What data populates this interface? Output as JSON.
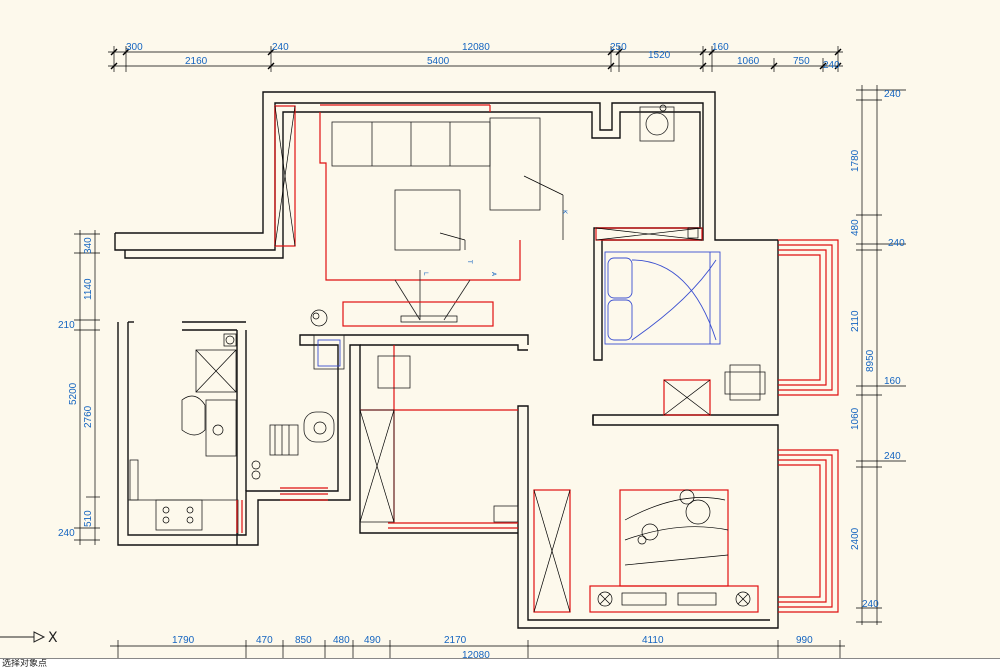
{
  "drawing": {
    "top_dims_upper": [
      "300",
      "240",
      "12080",
      "250",
      "160"
    ],
    "top_dims_lower": [
      "2160",
      "5400",
      "1520",
      "1060",
      "750",
      "240"
    ],
    "bottom_dims": [
      "1790",
      "470",
      "850",
      "480",
      "490",
      "2170",
      "4110",
      "990"
    ],
    "bottom_total": "12080",
    "right_dims": [
      "240",
      "1780",
      "480",
      "240",
      "2110",
      "8950",
      "160",
      "1060",
      "240",
      "2400",
      "240"
    ],
    "left_dims": [
      "340",
      "1140",
      "210",
      "5200",
      "2760",
      "510",
      "240"
    ],
    "axis_label": "X"
  },
  "command_line": {
    "prompt": "选择对象点"
  },
  "colors": {
    "background": "#fdf9ec",
    "dimension": "#1565c0",
    "wall": "#111111",
    "furniture_red": "#e01010",
    "bed_blue": "#3a4fd0"
  }
}
